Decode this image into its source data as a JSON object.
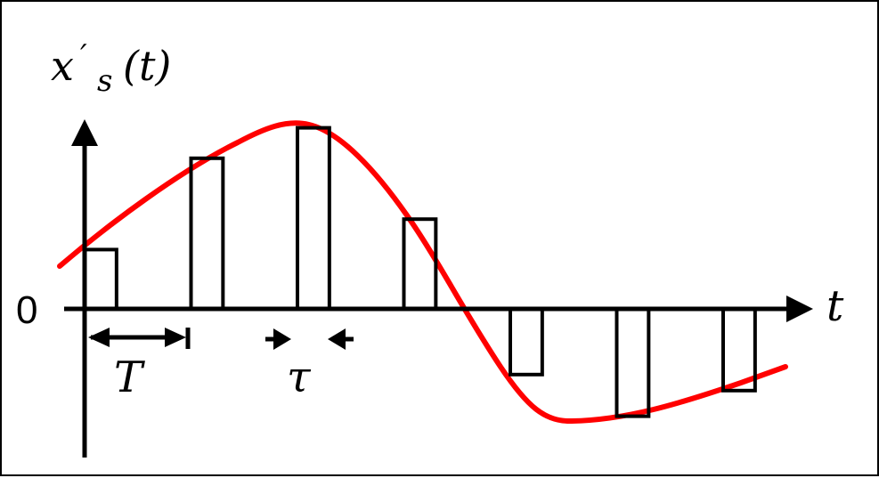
{
  "figure": {
    "y_label_base": "x",
    "y_label_prime": "′",
    "y_label_sub": "s",
    "y_label_arg": "(t)",
    "x_label": "t",
    "zero_label": "0",
    "period_label": "T",
    "width_label": "τ"
  },
  "chart_data": {
    "type": "diagram",
    "description_of_content": "sampled signal with rectangular pulses",
    "pulses": {
      "count": 7,
      "period": 1,
      "width_fraction": 0.3,
      "values": [
        0.37,
        0.94,
        1.13,
        0.56,
        -0.41,
        -0.67,
        -0.51
      ]
    },
    "colors": {
      "signal": "#ff0000",
      "pulses": "#000000",
      "axes": "#000000"
    }
  }
}
